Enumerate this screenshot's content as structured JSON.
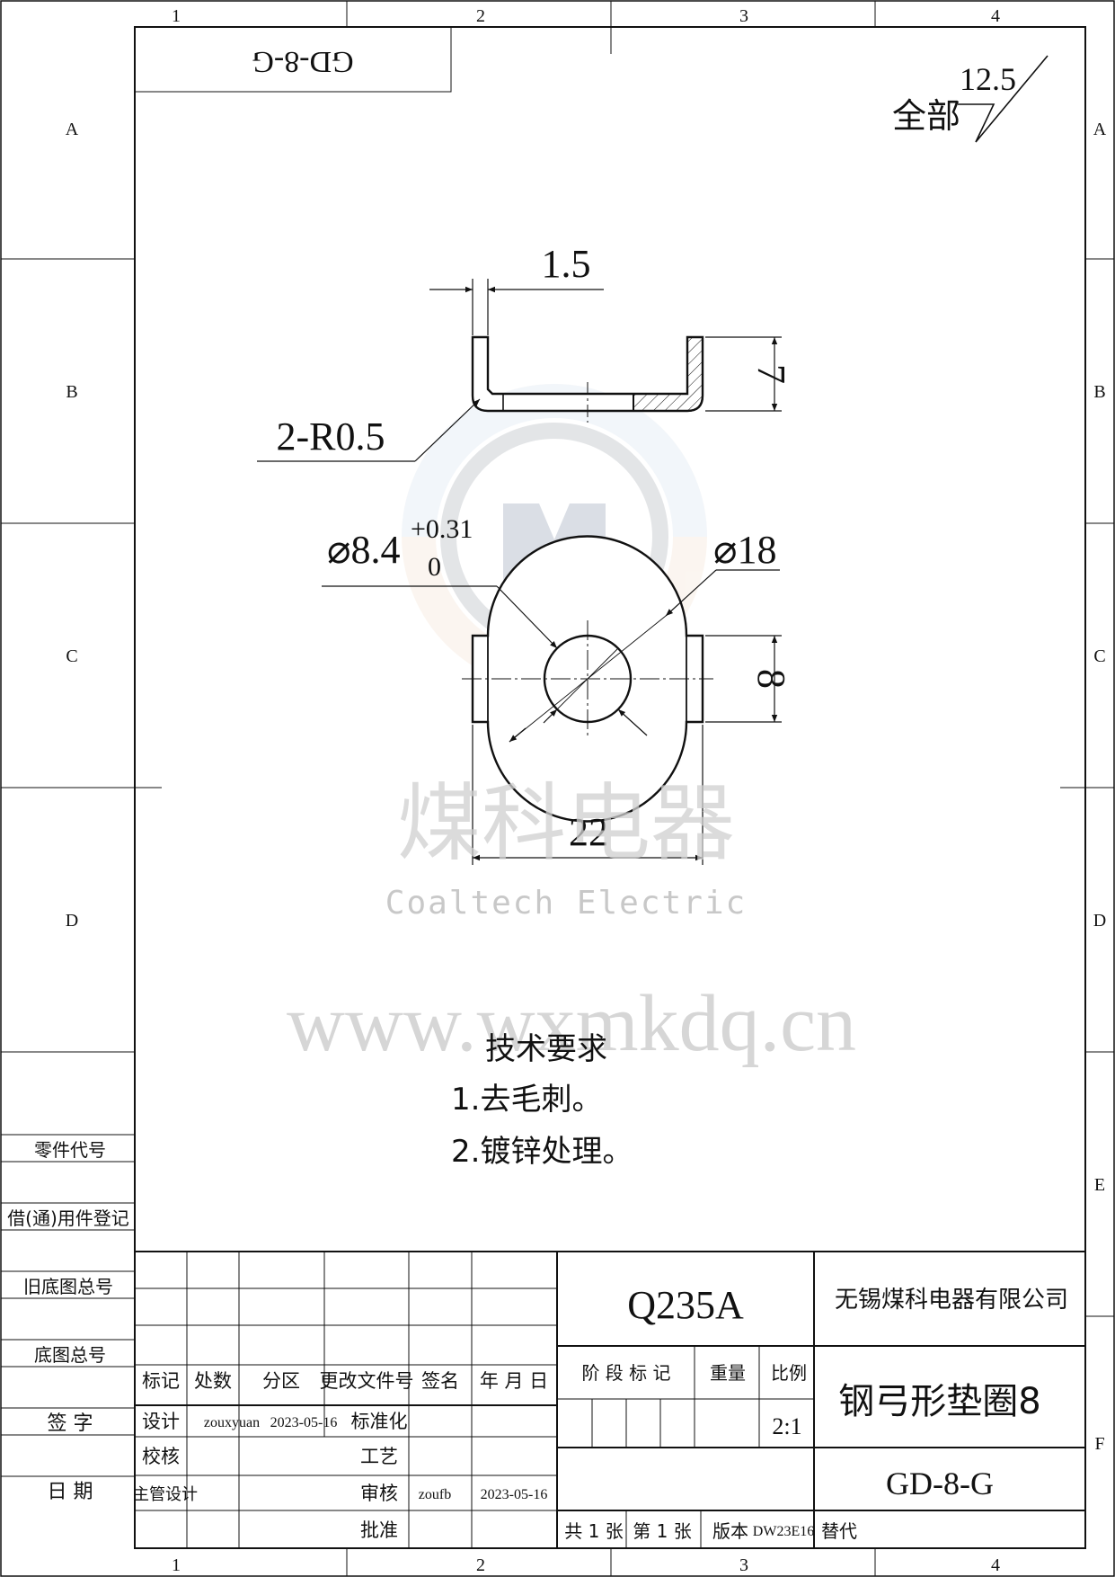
{
  "frame": {
    "columns": [
      "1",
      "2",
      "3",
      "4"
    ],
    "rows": [
      "A",
      "B",
      "C",
      "D",
      "E",
      "F"
    ]
  },
  "code_box": "GD-8-G",
  "roughness": {
    "label": "全部",
    "value": "12.5"
  },
  "dimensions": {
    "thickness": "1.5",
    "height": "7",
    "radius": "2-R0.5",
    "bore": "⌀8.4",
    "bore_tol_upper": "+0.31",
    "bore_tol_lower": "0",
    "outer": "⌀18",
    "tab_width": "8",
    "overall": "22"
  },
  "watermark": {
    "company_cn": "煤科电器",
    "company_en": "Coaltech Electric",
    "url": "www.wxmkdq.cn"
  },
  "notes": {
    "title": "技术要求",
    "items": [
      "1.去毛刺。",
      "2.镀锌处理。"
    ]
  },
  "left_column": {
    "part_code": "零件代号",
    "borrowed": "借(通)用件登记",
    "old_base": "旧底图总号",
    "base": "底图总号",
    "sign": "签 字",
    "date": "日 期"
  },
  "title_block": {
    "headers": [
      "标记",
      "处数",
      "分区",
      "更改文件号",
      "签名",
      "年 月 日"
    ],
    "design_label": "设计",
    "designer": "zouxyuan",
    "design_date": "2023-05-16",
    "standard_label": "标准化",
    "check_label": "校核",
    "process_label": "工艺",
    "lead_label": "主管设计",
    "review_label": "审核",
    "reviewer": "zoufb",
    "review_date": "2023-05-16",
    "approve_label": "批准",
    "material": "Q235A",
    "company": "无锡煤科电器有限公司",
    "stage_label": "阶 段 标 记",
    "weight_label": "重量",
    "scale_label": "比例",
    "scale": "2:1",
    "part_name": "钢弓形垫圈8",
    "drawing_no": "GD-8-G",
    "sheets_total": "共 1 张",
    "sheet_no": "第 1 张",
    "version_label": "版本",
    "version": "DW23E16",
    "replace_label": "替代"
  }
}
